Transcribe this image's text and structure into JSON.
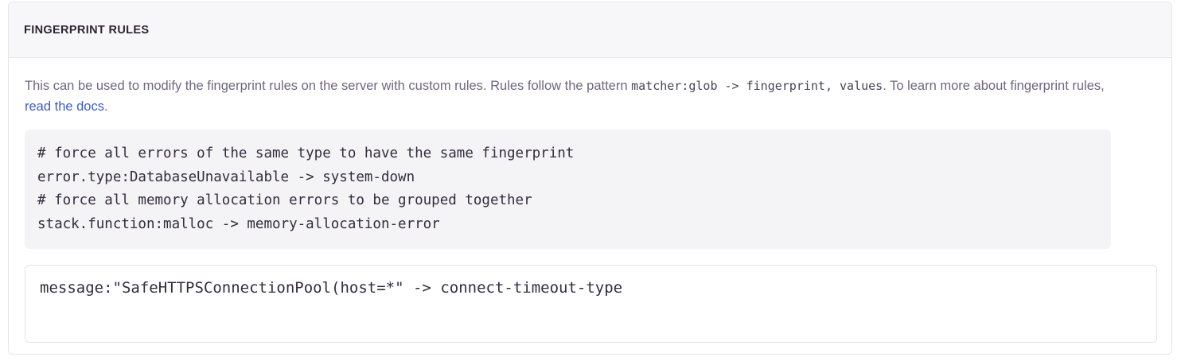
{
  "panel": {
    "title": "FINGERPRINT RULES",
    "description": {
      "lead": "This can be used to modify the fingerprint rules on the server with custom rules. Rules follow the pattern ",
      "inline_code": "matcher:glob -> fingerprint, values",
      "middle": ". To learn more about fingerprint rules, ",
      "link_text": "read the docs",
      "trailing": "."
    },
    "example_code": "# force all errors of the same type to have the same fingerprint\nerror.type:DatabaseUnavailable -> system-down\n# force all memory allocation errors to be grouped together\nstack.function:malloc -> memory-allocation-error",
    "textarea": {
      "value": "message:\"SafeHTTPSConnectionPool(host=*\" -> connect-timeout-type",
      "placeholder": ""
    }
  },
  "colors": {
    "panel_border": "#e7e6ec",
    "header_bg": "#f7f7f9",
    "title_text": "#2f2437",
    "body_text": "#6f6780",
    "code_bg": "#f4f4f6",
    "code_text": "#342b3d",
    "link": "#3b5bcc"
  }
}
